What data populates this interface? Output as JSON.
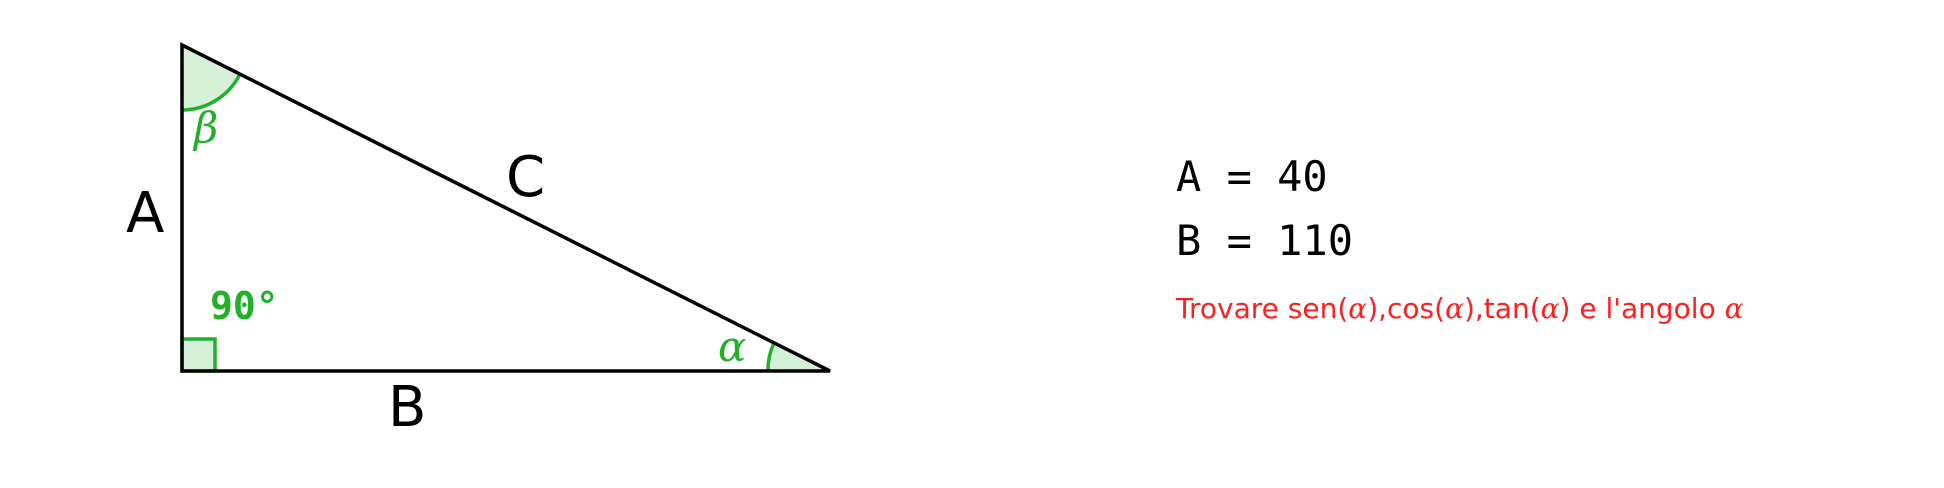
{
  "triangle": {
    "side_a_label": "A",
    "side_b_label": "B",
    "side_c_label": "C",
    "angle_alpha_label": "α",
    "angle_beta_label": "β",
    "right_angle_label": "90°"
  },
  "given": {
    "a_value": "A = 40",
    "b_value": "B = 110"
  },
  "task": {
    "part1": "Trovare sen(",
    "alpha1": "α",
    "part2": "),cos(",
    "alpha2": "α",
    "part3": "),tan(",
    "alpha3": "α",
    "part4": ") e l'angolo ",
    "alpha4": "α"
  },
  "colors": {
    "line": "#000000",
    "angle_fill": "#d4f0d6",
    "angle_stroke": "#22b02a",
    "task_text": "#ff1f1f"
  }
}
